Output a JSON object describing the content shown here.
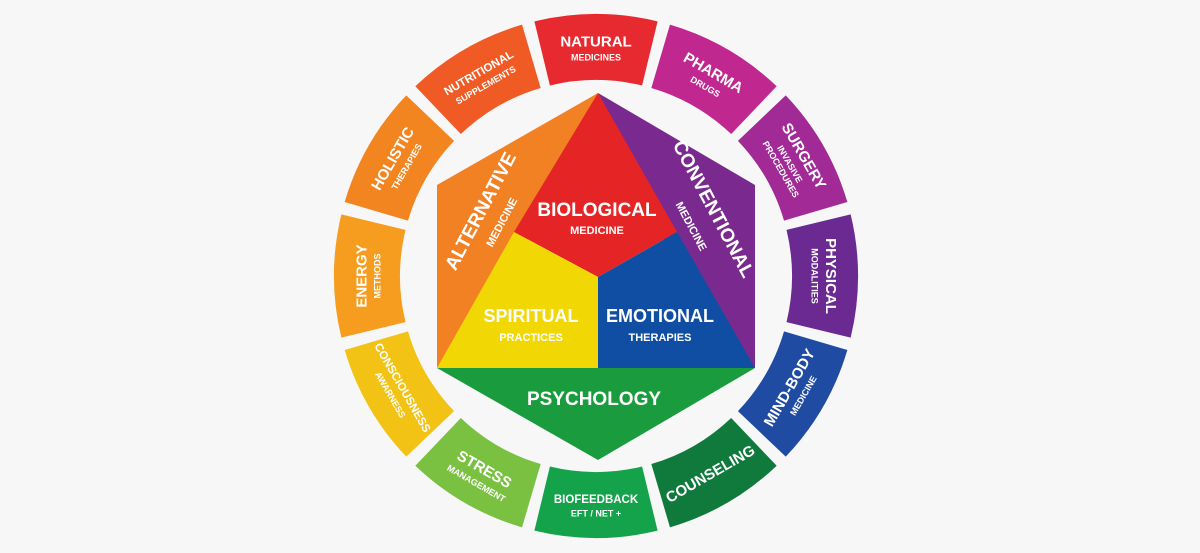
{
  "outer_ring": [
    {
      "id": "natural",
      "title": "NATURAL",
      "subtitle": [
        "MEDICINES"
      ],
      "color": "#e62a30"
    },
    {
      "id": "pharma",
      "title": "PHARMA",
      "subtitle": [
        "DRUGS"
      ],
      "color": "#c1288f"
    },
    {
      "id": "surgery",
      "title": "SURGERY",
      "subtitle": [
        "INVASIVE",
        "PROCEDURES"
      ],
      "color": "#a12a97"
    },
    {
      "id": "physical",
      "title": "PHYSICAL",
      "subtitle": [
        "MODALITIES"
      ],
      "color": "#6b2a92"
    },
    {
      "id": "mind-body",
      "title": "MIND-BODY",
      "subtitle": [
        "MEDICINE"
      ],
      "color": "#1f4ba3"
    },
    {
      "id": "counseling",
      "title": "COUNSELING",
      "subtitle": [],
      "color": "#0f7a3c"
    },
    {
      "id": "biofeedback",
      "title": "BIOFEEDBACK",
      "subtitle": [
        "EFT / NET +"
      ],
      "color": "#14a24a"
    },
    {
      "id": "stress",
      "title": "STRESS",
      "subtitle": [
        "MANAGEMENT"
      ],
      "color": "#7ac142"
    },
    {
      "id": "consciousness",
      "title": "CONSCIOUSNESS",
      "subtitle": [
        "AWARNESS"
      ],
      "color": "#f2c315"
    },
    {
      "id": "energy",
      "title": "ENERGY",
      "subtitle": [
        "METHODS"
      ],
      "color": "#f69c1f"
    },
    {
      "id": "holistic",
      "title": "HOLISTIC",
      "subtitle": [
        "THERAPIES"
      ],
      "color": "#f2851f"
    },
    {
      "id": "nutritional",
      "title": "NUTRITIONAL",
      "subtitle": [
        "SUPPLEMENTS"
      ],
      "color": "#f05a24"
    }
  ],
  "center": {
    "biological": {
      "title": "BIOLOGICAL",
      "subtitle": "MEDICINE",
      "color": "#e52426"
    },
    "spiritual": {
      "title": "SPIRITUAL",
      "subtitle": "PRACTICES",
      "color": "#f1d805"
    },
    "emotional": {
      "title": "EMOTIONAL",
      "subtitle": "THERAPIES",
      "color": "#0f4ea3"
    },
    "alternative": {
      "title": "ALTERNATIVE",
      "subtitle": "MEDICINE",
      "color": "#f28124"
    },
    "conventional": {
      "title": "CONVENTIONAL",
      "subtitle": "MEDICINE",
      "color": "#7a2a8f"
    },
    "psychology": {
      "title": "PSYCHOLOGY",
      "color": "#1a9c3e"
    }
  }
}
